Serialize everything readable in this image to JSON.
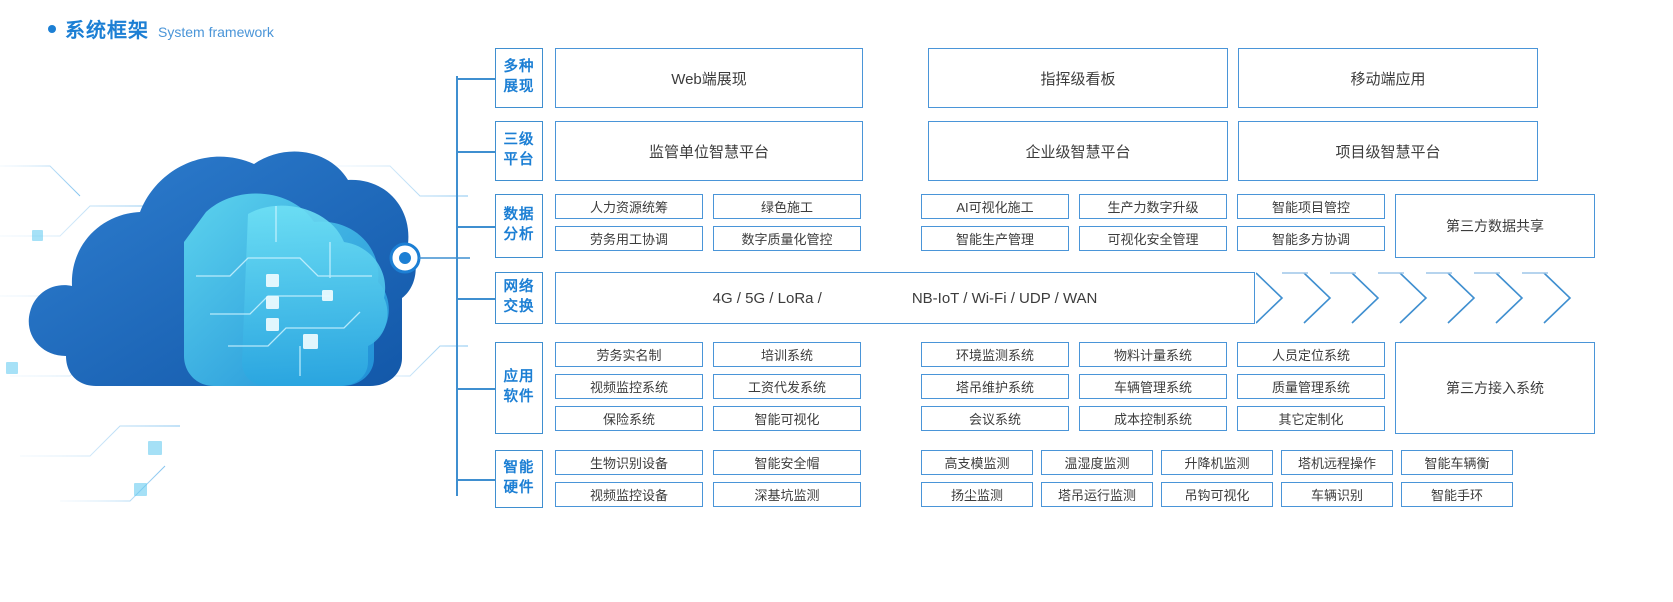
{
  "header": {
    "title_cn": "系统框架",
    "title_en": "System framework",
    "dot_icon": "bullet-dot",
    "accent_color": "#1c7fd4"
  },
  "illustration": {
    "name": "cloud-computing-illustration",
    "colors": {
      "cloud_dark": "#1565b8",
      "cloud_light": "#3fc0e8",
      "node": "#1c7fd4"
    }
  },
  "diagram": {
    "border_color": "#4a95d8",
    "label_color": "#1c7fd4",
    "text_color": "#3c3c3c",
    "rows": [
      {
        "id": "presentation",
        "label_lines": [
          "多种",
          "展现"
        ],
        "items": [
          "Web端展现",
          "指挥级看板",
          "移动端应用"
        ]
      },
      {
        "id": "three-tier-platform",
        "label_lines": [
          "三级",
          "平台"
        ],
        "items": [
          "监管单位智慧平台",
          "企业级智慧平台",
          "项目级智慧平台"
        ]
      },
      {
        "id": "data-analysis",
        "label_lines": [
          "数据",
          "分析"
        ],
        "group_left": [
          [
            "人力资源统筹",
            "绿色施工"
          ],
          [
            "劳务用工协调",
            "数字质量化管控"
          ]
        ],
        "group_mid": [
          [
            "AI可视化施工",
            "生产力数字升级",
            "智能项目管控"
          ],
          [
            "智能生产管理",
            "可视化安全管理",
            "智能多方协调"
          ]
        ],
        "group_right": "第三方数据共享"
      },
      {
        "id": "network-exchange",
        "label_lines": [
          "网络",
          "交换"
        ],
        "bar_left": "4G / 5G / LoRa /",
        "bar_right": "NB-IoT / Wi-Fi / UDP / WAN",
        "chevron_count": 7
      },
      {
        "id": "application-software",
        "label_lines": [
          "应用",
          "软件"
        ],
        "group_left": [
          [
            "劳务实名制",
            "培训系统"
          ],
          [
            "视频监控系统",
            "工资代发系统"
          ],
          [
            "保险系统",
            "智能可视化"
          ]
        ],
        "group_mid": [
          [
            "环境监测系统",
            "物料计量系统",
            "人员定位系统"
          ],
          [
            "塔吊维护系统",
            "车辆管理系统",
            "质量管理系统"
          ],
          [
            "会议系统",
            "成本控制系统",
            "其它定制化"
          ]
        ],
        "group_right": "第三方接入系统"
      },
      {
        "id": "smart-hardware",
        "label_lines": [
          "智能",
          "硬件"
        ],
        "group_left": [
          [
            "生物识别设备",
            "智能安全帽"
          ],
          [
            "视频监控设备",
            "深基坑监测"
          ]
        ],
        "group_mid": [
          [
            "高支模监测",
            "温湿度监测",
            "升降机监测"
          ],
          [
            "扬尘监测",
            "塔吊运行监测",
            "吊钩可视化"
          ]
        ],
        "group_extra": [
          [
            "塔机远程操作",
            "智能车辆衡"
          ],
          [
            "车辆识别",
            "智能手环"
          ]
        ]
      }
    ]
  }
}
